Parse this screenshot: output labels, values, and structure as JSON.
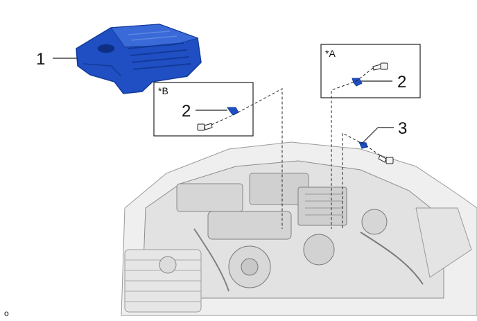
{
  "callouts": {
    "engine_cover": "1",
    "clip_b": "2",
    "clip_a": "2",
    "clip_3": "3"
  },
  "insets": {
    "a_label": "*A",
    "b_label": "*B"
  },
  "footer": {
    "code": "o"
  },
  "colors": {
    "part_blue": "#1f4fc2",
    "part_blue_dark": "#123a9a",
    "engine_gray": "#d9d9d9",
    "line": "#222222"
  }
}
